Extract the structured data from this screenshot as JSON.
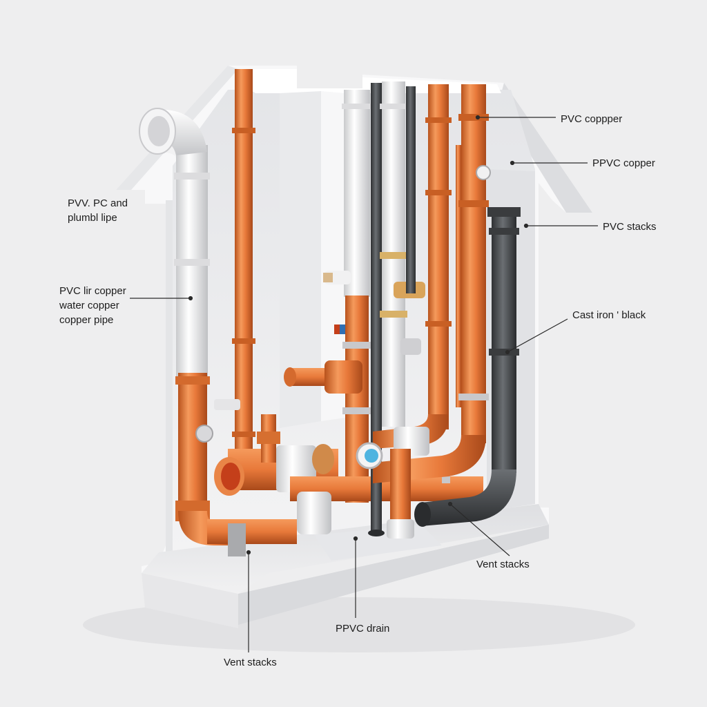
{
  "colors": {
    "background": "#eeeeef",
    "wall": "#f6f6f7",
    "wall_shadow": "#dcdde0",
    "copper": "#e8793a",
    "copper_dark": "#c05a22",
    "pvc": "#f0f0f0",
    "cast_iron": "#505356",
    "label_text": "#1c1c1c",
    "leader": "#2a2a2a"
  },
  "labels": {
    "left_top": [
      "PVV. PC and",
      "plumbl lipe"
    ],
    "left_mid": [
      "PVC lir copper",
      "water copper",
      "copper pipe"
    ],
    "right_1": "PVC coppper",
    "right_2": "PPVC copper",
    "right_3": "PVC stacks",
    "right_4": "Cast iron ' black",
    "right_5": "Vent stacks",
    "bottom_mid": "PPVC drain",
    "bottom_left": "Vent stacks"
  }
}
